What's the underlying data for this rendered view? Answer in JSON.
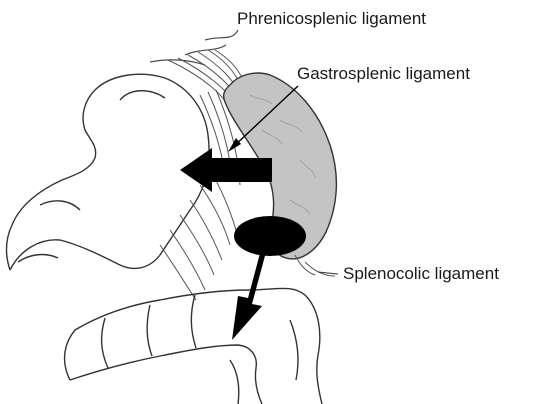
{
  "labels": {
    "phrenicosplenic": "Phrenicosplenic ligament",
    "gastrosplenic": "Gastrosplenic ligament",
    "splenocolic": "Splenocolic ligament"
  },
  "colors": {
    "line": "#3a3a3a",
    "spleen_fill": "#c4c4c4",
    "arrow_fill": "#000000",
    "background": "#ffffff"
  }
}
